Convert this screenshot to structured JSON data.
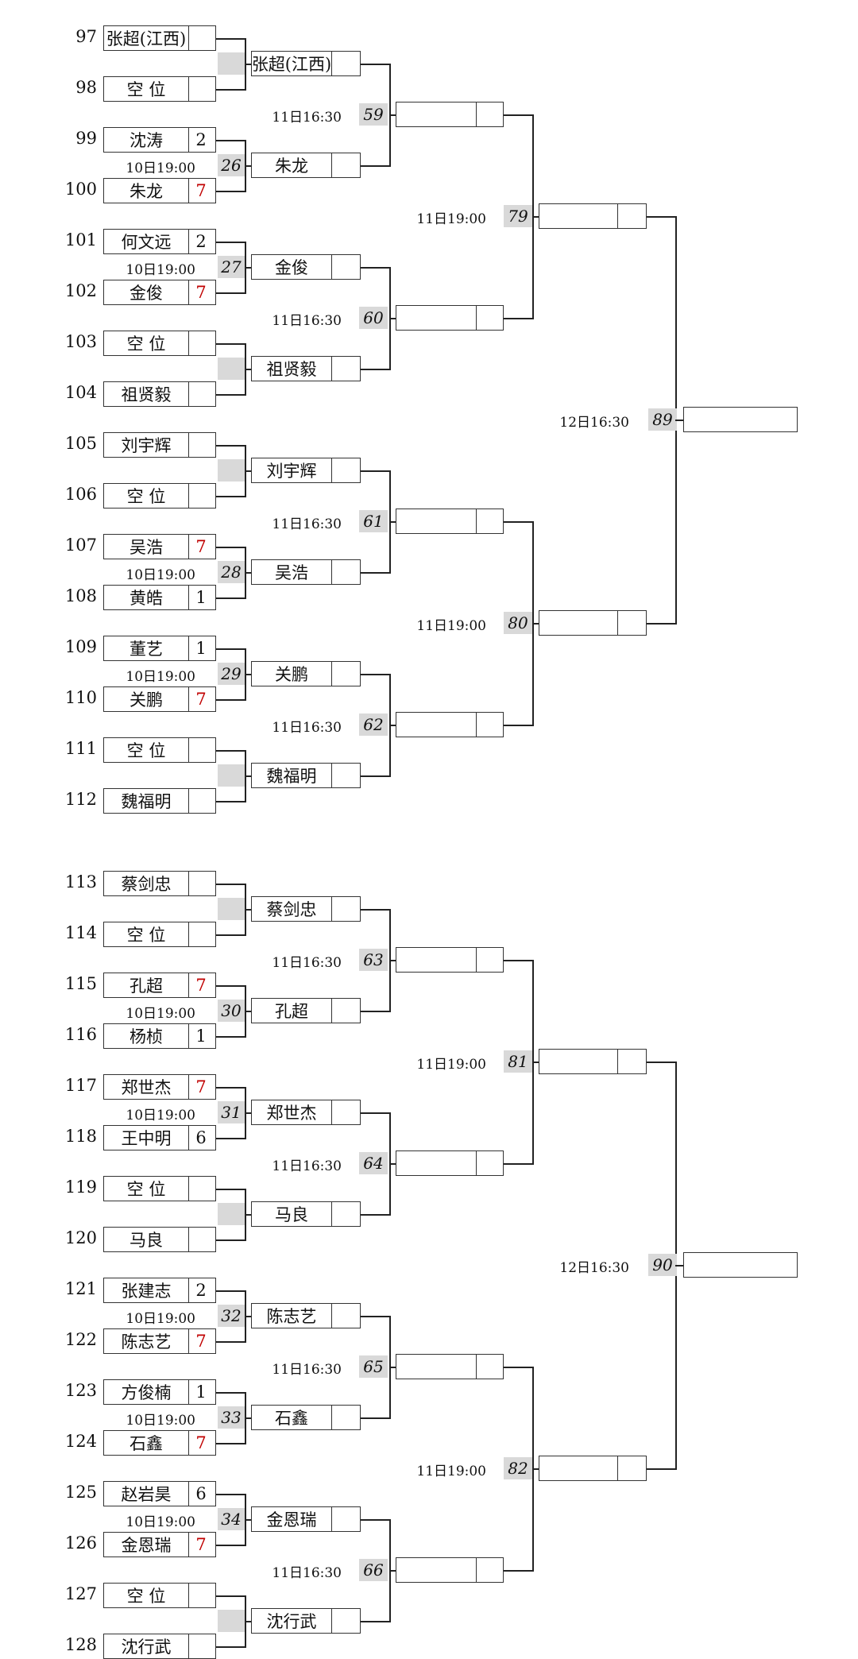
{
  "entrants": [
    {
      "seed": "97",
      "name": "张超(江西)",
      "score": ""
    },
    {
      "seed": "98",
      "name": "空 位",
      "score": ""
    },
    {
      "seed": "99",
      "name": "沈涛",
      "score": "2"
    },
    {
      "seed": "100",
      "name": "朱龙",
      "score": "7"
    },
    {
      "seed": "101",
      "name": "何文远",
      "score": "2"
    },
    {
      "seed": "102",
      "name": "金俊",
      "score": "7"
    },
    {
      "seed": "103",
      "name": "空 位",
      "score": ""
    },
    {
      "seed": "104",
      "name": "祖贤毅",
      "score": ""
    },
    {
      "seed": "105",
      "name": "刘宇辉",
      "score": ""
    },
    {
      "seed": "106",
      "name": "空 位",
      "score": ""
    },
    {
      "seed": "107",
      "name": "吴浩",
      "score": "7"
    },
    {
      "seed": "108",
      "name": "黄皓",
      "score": "1"
    },
    {
      "seed": "109",
      "name": "董艺",
      "score": "1"
    },
    {
      "seed": "110",
      "name": "关鹏",
      "score": "7"
    },
    {
      "seed": "111",
      "name": "空 位",
      "score": ""
    },
    {
      "seed": "112",
      "name": "魏福明",
      "score": ""
    },
    {
      "seed": "113",
      "name": "蔡剑忠",
      "score": ""
    },
    {
      "seed": "114",
      "name": "空 位",
      "score": ""
    },
    {
      "seed": "115",
      "name": "孔超",
      "score": "7"
    },
    {
      "seed": "116",
      "name": "杨桢",
      "score": "1"
    },
    {
      "seed": "117",
      "name": "郑世杰",
      "score": "7"
    },
    {
      "seed": "118",
      "name": "王中明",
      "score": "6"
    },
    {
      "seed": "119",
      "name": "空 位",
      "score": ""
    },
    {
      "seed": "120",
      "name": "马良",
      "score": ""
    },
    {
      "seed": "121",
      "name": "张建志",
      "score": "2"
    },
    {
      "seed": "122",
      "name": "陈志艺",
      "score": "7"
    },
    {
      "seed": "123",
      "name": "方俊楠",
      "score": "1"
    },
    {
      "seed": "124",
      "name": "石鑫",
      "score": "7"
    },
    {
      "seed": "125",
      "name": "赵岩昊",
      "score": "6"
    },
    {
      "seed": "126",
      "name": "金恩瑞",
      "score": "7"
    },
    {
      "seed": "127",
      "name": "空 位",
      "score": ""
    },
    {
      "seed": "128",
      "name": "沈行武",
      "score": ""
    }
  ],
  "round1": [
    {
      "match": "",
      "time": "",
      "winner": "张超(江西)"
    },
    {
      "match": "26",
      "time": "10日19:00",
      "winner": "朱龙"
    },
    {
      "match": "27",
      "time": "10日19:00",
      "winner": "金俊"
    },
    {
      "match": "",
      "time": "",
      "winner": "祖贤毅"
    },
    {
      "match": "",
      "time": "",
      "winner": "刘宇辉"
    },
    {
      "match": "28",
      "time": "10日19:00",
      "winner": "吴浩"
    },
    {
      "match": "29",
      "time": "10日19:00",
      "winner": "关鹏"
    },
    {
      "match": "",
      "time": "",
      "winner": "魏福明"
    },
    {
      "match": "",
      "time": "",
      "winner": "蔡剑忠"
    },
    {
      "match": "30",
      "time": "10日19:00",
      "winner": "孔超"
    },
    {
      "match": "31",
      "time": "10日19:00",
      "winner": "郑世杰"
    },
    {
      "match": "",
      "time": "",
      "winner": "马良"
    },
    {
      "match": "32",
      "time": "10日19:00",
      "winner": "陈志艺"
    },
    {
      "match": "33",
      "time": "10日19:00",
      "winner": "石鑫"
    },
    {
      "match": "34",
      "time": "10日19:00",
      "winner": "金恩瑞"
    },
    {
      "match": "",
      "time": "",
      "winner": "沈行武"
    }
  ],
  "round2": [
    {
      "match": "59",
      "time": "11日16:30"
    },
    {
      "match": "60",
      "time": "11日16:30"
    },
    {
      "match": "61",
      "time": "11日16:30"
    },
    {
      "match": "62",
      "time": "11日16:30"
    },
    {
      "match": "63",
      "time": "11日16:30"
    },
    {
      "match": "64",
      "time": "11日16:30"
    },
    {
      "match": "65",
      "time": "11日16:30"
    },
    {
      "match": "66",
      "time": "11日16:30"
    }
  ],
  "round3": [
    {
      "match": "79",
      "time": "11日19:00"
    },
    {
      "match": "80",
      "time": "11日19:00"
    },
    {
      "match": "81",
      "time": "11日19:00"
    },
    {
      "match": "82",
      "time": "11日19:00"
    }
  ],
  "round4": [
    {
      "match": "89",
      "time": "12日16:30"
    },
    {
      "match": "90",
      "time": "12日16:30"
    }
  ],
  "colors": {
    "winner_score": "#c00000",
    "match_badge": "#d9d9d9",
    "line": "#222222"
  }
}
